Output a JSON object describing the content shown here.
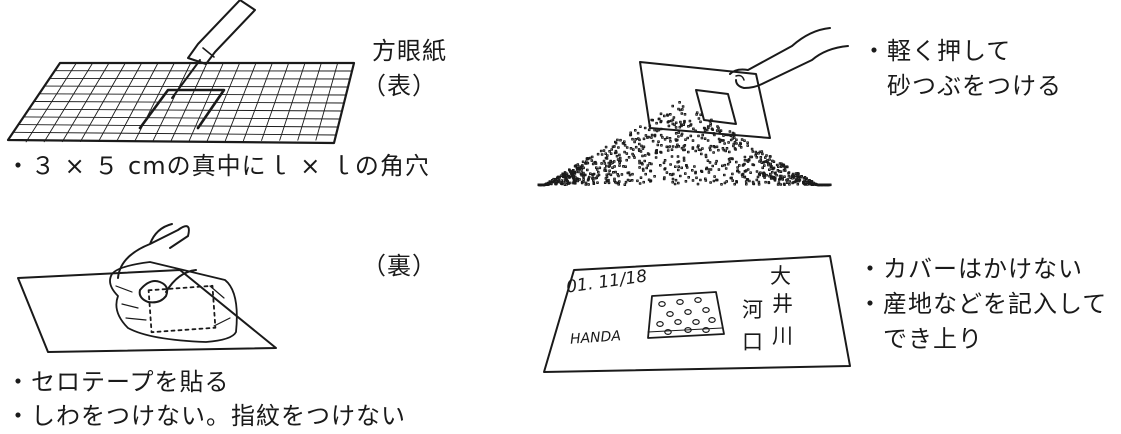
{
  "panel1": {
    "label_line1": "方眼紙",
    "label_line2": "（表）",
    "caption": "・３ × ５ cmの真中にｌ × ｌの角穴"
  },
  "panel2": {
    "label": "（裏）",
    "caption_line1": "・セロテープを貼る",
    "caption_line2": "・しわをつけない。指紋をつけない"
  },
  "panel3": {
    "label_line1": "・軽く押して",
    "label_line2": "　砂つぶをつける"
  },
  "panel4": {
    "label_line1": "・カバーはかけない",
    "label_line2": "・産地などを記入して",
    "label_line3": "　でき上り",
    "card_date": "01. 11/18",
    "card_name": "HANDA",
    "card_river_1": "河",
    "card_river_2": "口",
    "card_river_3": "大",
    "card_river_4": "井",
    "card_river_5": "川"
  }
}
